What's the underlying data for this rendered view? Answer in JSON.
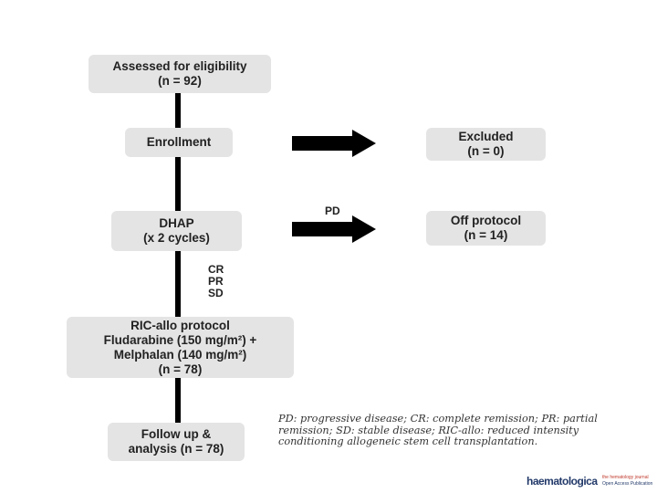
{
  "boxes": {
    "assessed": {
      "line1": "Assessed for eligibility",
      "line2": "(n = 92)"
    },
    "enrollment": {
      "line1": "Enrollment"
    },
    "excluded": {
      "line1": "Excluded",
      "line2": "(n = 0)"
    },
    "dhap": {
      "line1": "DHAP",
      "line2": "(x 2 cycles)"
    },
    "off_protocol": {
      "line1": "Off protocol",
      "line2": "(n = 14)"
    },
    "ric": {
      "line1": "RIC-allo protocol",
      "line2": "Fludarabine (150 mg/m²) +",
      "line3": "Melphalan (140 mg/m²)",
      "line4": "(n = 78)"
    },
    "follow_up": {
      "line1": "Follow up &",
      "line2": "analysis (n = 78)"
    }
  },
  "labels": {
    "pd": "PD",
    "cr": "CR",
    "pr": "PR",
    "sd": "SD"
  },
  "caption": "PD: progressive disease; CR: complete remission; PR: partial remission; SD: stable disease; RIC-allo: reduced intensity conditioning allogeneic stem cell transplantation.",
  "logo": {
    "name": "haematologica",
    "tagline1": "the hematology journal",
    "tagline2": "Open Access Publication"
  },
  "colors": {
    "box": "#e4e4e4",
    "arrow": "#000000",
    "logo": "#233a6a",
    "tagline": "#c0392b"
  }
}
